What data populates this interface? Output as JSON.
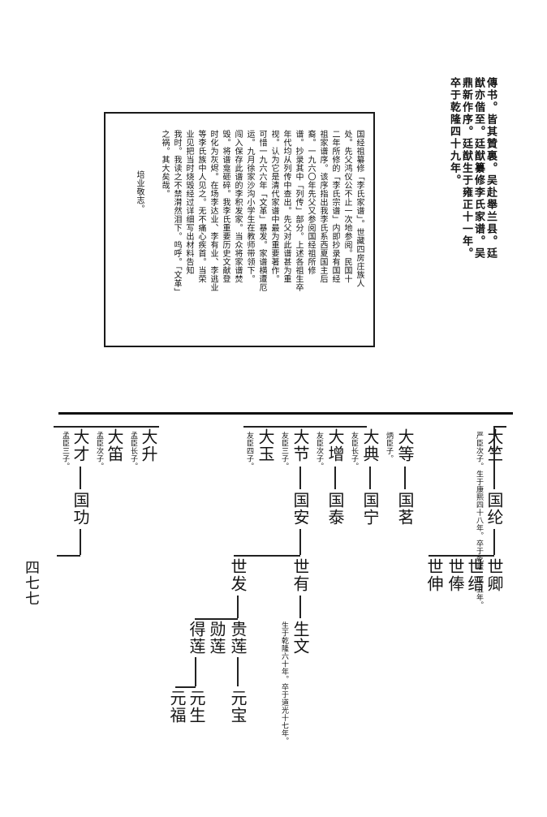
{
  "header_note": [
    "傳书。皆其贊裏。吴赴舉兰县。廷",
    "猷亦偕至。廷猷纂修李氏家谱。吴",
    "鼎新作序。廷猷生于雍正十一年。",
    "卒于乾隆四十九年。"
  ],
  "boxed_text": [
    "国经祖纂修「李氏家谱」。世藏四房庄族人",
    "处。先父鸿仪公不止一次地参阅。民国十",
    "二年所修的「李氏宗谱」内即抄录有国经",
    "祖家谱序。该序指出我李氏系西夏国主后",
    "裔。一九六〇年先父又参阅国经祖所修",
    "谱。抄录其中「列传」部分。上述各祖生卒",
    "年代均从列传中查出。先父对此谱甚为重",
    "视。认为它是清代家谱中最为重要著作。",
    "可惜一九六六年「文革」暴发。家谱横遭厄",
    "运。九月徐家沙沟小学生在教师带领下。",
    "闯入保存此谱的李积发家。当众将家谱焚",
    "毁。将谱龛砸碎。我李氏重要历史文献登",
    "时化为灰烬。在场李达业、李有业、李逃业",
    "等李氏族中人见之。无不痛心疾首。当荣",
    "业见把当时烧毁经过详细写出材料告知",
    "我时。我读之不禁潸然泪下。呜呼。「文革」",
    "之祸。其大矣哉。",
    "培业敬志。"
  ],
  "tree": {
    "gen1": [
      {
        "name": "大竺",
        "sub": "严臣次子。生于康熙四十八年。卒于乾隆二十五年。"
      },
      {
        "name": "大等",
        "sub": "炳臣子。"
      },
      {
        "name": "大典",
        "sub": "友臣长子。"
      },
      {
        "name": "大增",
        "sub": "友臣次子。"
      },
      {
        "name": "大节",
        "sub": "友臣三子。"
      },
      {
        "name": "大玉",
        "sub": "友臣四子。"
      },
      {
        "name": "大升",
        "sub": "孟臣长子。"
      },
      {
        "name": "大笛",
        "sub": "孟臣次子。"
      },
      {
        "name": "大才",
        "sub": "孟臣三子。"
      }
    ],
    "gen2": [
      "国纶",
      "国茗",
      "国宁",
      "国泰",
      "国安",
      "国功"
    ],
    "gen3": [
      "世卿",
      "世缙",
      "世俸",
      "世伸",
      "世有",
      "世发"
    ],
    "gen4": [
      {
        "name": "生文",
        "sub": "生于乾隆六十年。卒于道光十七年。"
      },
      {
        "name": "贵莲",
        "sub": ""
      },
      {
        "name": "勋莲",
        "sub": ""
      },
      {
        "name": "得莲",
        "sub": ""
      }
    ],
    "gen5": [
      "元宝",
      "元生",
      "元福"
    ]
  },
  "page_number": "四七七"
}
